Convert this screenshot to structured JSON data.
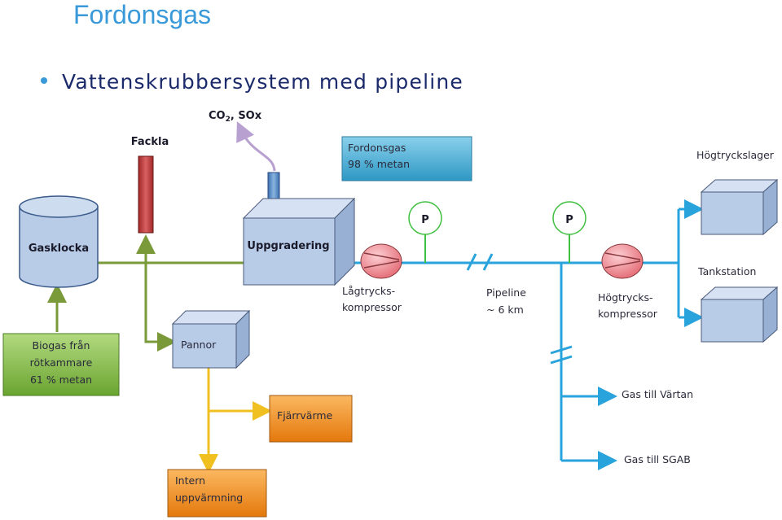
{
  "page": {
    "title": "Fordonsgas",
    "subtitle": "Vattenskrubbersystem med pipeline"
  },
  "emission": {
    "line1": "CO",
    "sub": "2",
    "line2": ", SOx"
  },
  "labels": {
    "fackla": "Fackla",
    "gasklocka": "Gasklocka",
    "uppgradering": "Uppgradering",
    "fordonsgas_line1": "Fordonsgas",
    "fordonsgas_line2": "98 % metan",
    "hogtryckslager": "Högtryckslager",
    "tankstation": "Tankstation",
    "p1": "P",
    "p2": "P",
    "lagtryck_line1": "Lågtrycks-",
    "lagtryck_line2": "kompressor",
    "pipeline_line1": "Pipeline",
    "pipeline_line2": "~ 6 km",
    "hogtryck_line1": "Högtrycks-",
    "hogtryck_line2": "kompressor",
    "biogas_line1": "Biogas från",
    "biogas_line2": "rötkammare",
    "biogas_line3": "61 % metan",
    "pannor": "Pannor",
    "fjarrvarme": "Fjärrvärme",
    "intern_line1": "Intern",
    "intern_line2": "uppvärmning",
    "vartan": "Gas till Värtan",
    "sgab": "Gas till SGAB"
  },
  "colors": {
    "title": "#3a9ad9",
    "subtitle": "#1a2a6a",
    "green_line": "#7a9a3a",
    "blue_line": "#29a3dc",
    "yellow_line": "#f0c020",
    "box_blue": "#b8cce8",
    "box_green": "#8cc050",
    "box_orange": "#f08a20",
    "box_teal": "#4aaed0",
    "stack_red": "#c04040",
    "compressor": "#f08a90",
    "arrow_purple": "#b8a0d0"
  }
}
